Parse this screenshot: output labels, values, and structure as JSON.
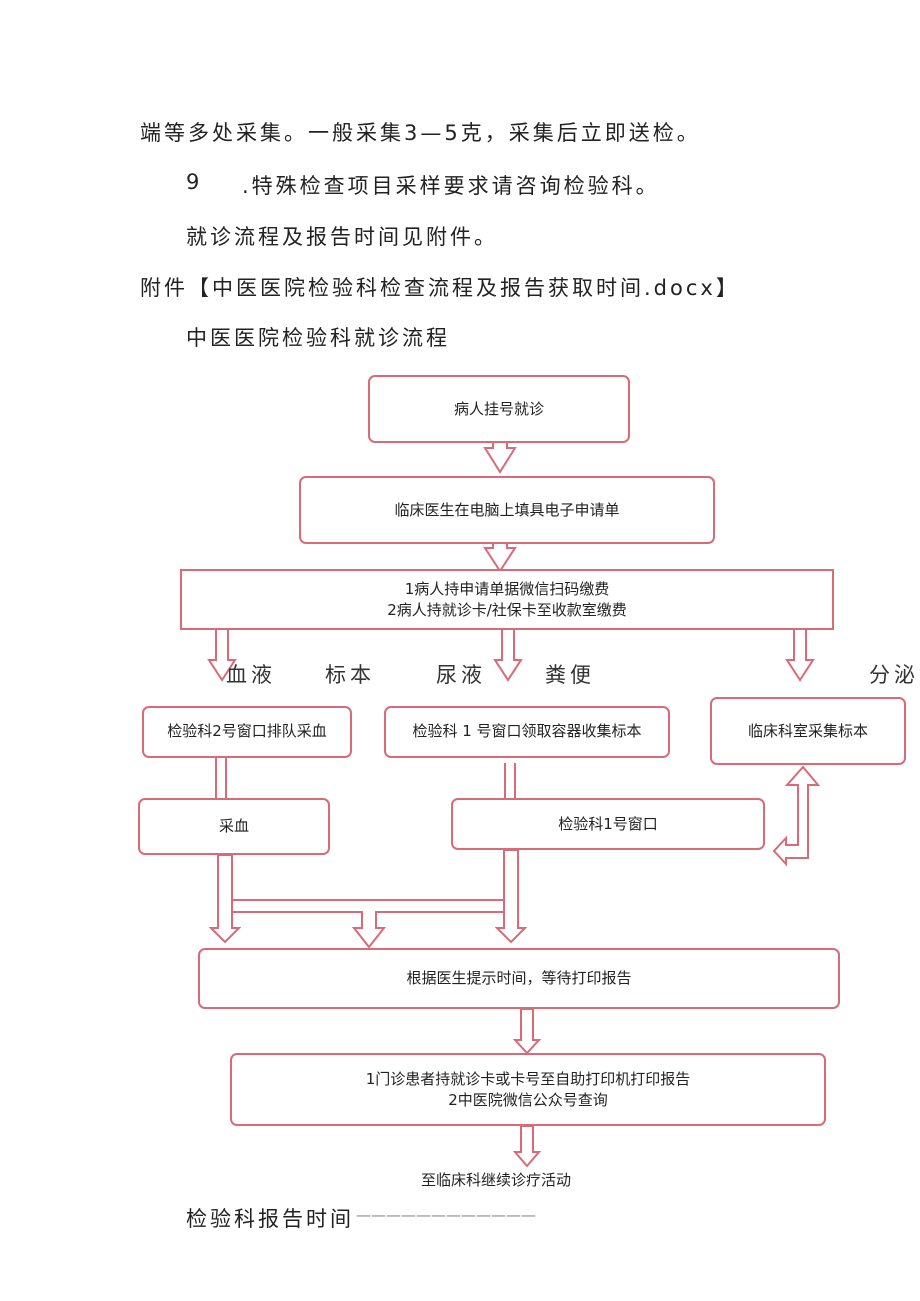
{
  "text": {
    "line1": "端等多处采集。一般采集3—5克，采集后立即送检。",
    "line2_num": "9",
    "line2": ".特殊检查项目采样要求请咨询检验科。",
    "line3": "就诊流程及报告时间见附件。",
    "line4": "附件【中医医院检验科检查流程及报告获取时间.docx】",
    "heading": "中医医院检验科就诊流程",
    "footer": "检验科报告时间",
    "footer_dashes": "————————————"
  },
  "flow": {
    "step1": "病人挂号就诊",
    "step2": "临床医生在电脑上填具电子申请单",
    "step3_line1": "1病人持申请单据微信扫码缴费",
    "step3_line2": "2病人持就诊卡/社保卡至收款室缴费",
    "cat_blood": "血液",
    "cat_sample": "标本",
    "cat_urine": "尿液",
    "cat_stool": "粪便",
    "cat_secretion": "分泌",
    "box_blood": "检验科2号窗口排队采血",
    "box_container": "检验科 1 号窗口领取容器收集标本",
    "box_clinic": "临床科室采集标本",
    "box_draw": "采血",
    "box_window1": "检验科1号窗口",
    "box_wait": "根据医生提示时间，等待打印报告",
    "box_print_line1": "1门诊患者持就诊卡或卡号至自助打印机打印报告",
    "box_print_line2": "2中医院微信公众号查询",
    "end_text": "至临床科继续诊疗活动"
  },
  "colors": {
    "accent": "#d96a78"
  }
}
